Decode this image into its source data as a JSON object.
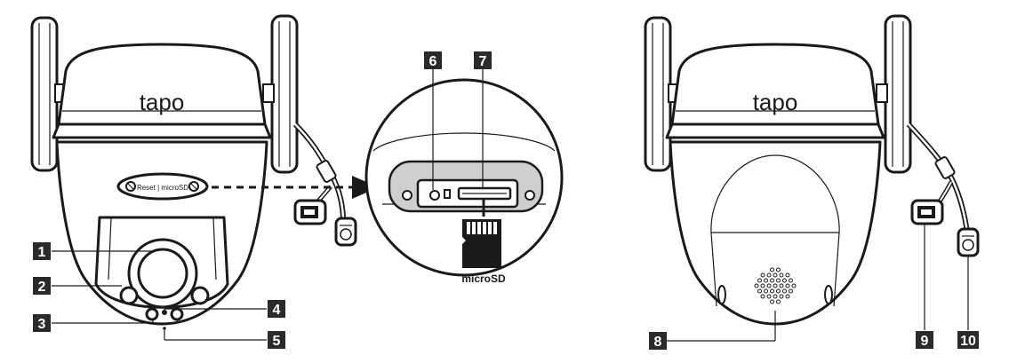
{
  "brand": {
    "front_logo": "tapo",
    "back_logo": "tapo"
  },
  "slot_cover_text": "Reset | microSD",
  "card_label": "microSD",
  "callouts": [
    {
      "id": "1",
      "label": "1"
    },
    {
      "id": "2",
      "label": "2"
    },
    {
      "id": "3",
      "label": "3"
    },
    {
      "id": "4",
      "label": "4"
    },
    {
      "id": "5",
      "label": "5"
    },
    {
      "id": "6",
      "label": "6"
    },
    {
      "id": "7",
      "label": "7"
    },
    {
      "id": "8",
      "label": "8"
    },
    {
      "id": "9",
      "label": "9"
    },
    {
      "id": "10",
      "label": "10"
    }
  ],
  "colors": {
    "outline": "#1a1a1a",
    "fill": "#ffffff",
    "badge": "#2a2a2a",
    "panel": "#cfcfcf"
  }
}
